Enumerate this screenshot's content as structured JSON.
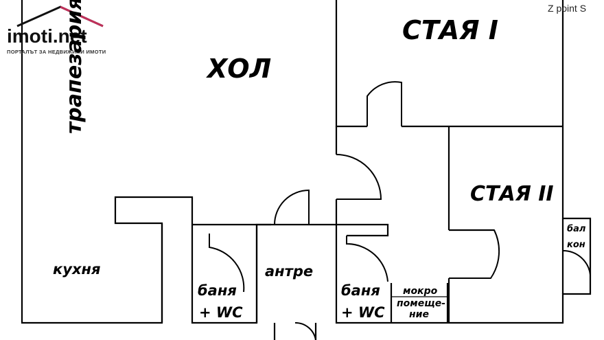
{
  "logo": {
    "name": "imoti.net",
    "tagline": "ПОРТАЛЪТ ЗА НЕДВИЖИМИ ИМОТИ"
  },
  "watermark": "Z point S",
  "rooms": {
    "hol": "ХОЛ",
    "staya1": "СТАЯ I",
    "staya2": "СТАЯ II",
    "trapezaria": "трапезария",
    "kuhnya": "кухня",
    "antre": "антре",
    "banya_left_line1": "баня",
    "banya_left_line2": "+ WC",
    "banya_right_line1": "баня",
    "banya_right_line2": "+ WC",
    "mokro_line1": "мокро",
    "mokro_line2": "помеще-",
    "mokro_line3": "ние",
    "balkon_line1": "бал",
    "balkon_line2": "кон"
  },
  "colors": {
    "ink": "#000000",
    "background": "#ffffff",
    "logo_roof": "#c0305a"
  }
}
